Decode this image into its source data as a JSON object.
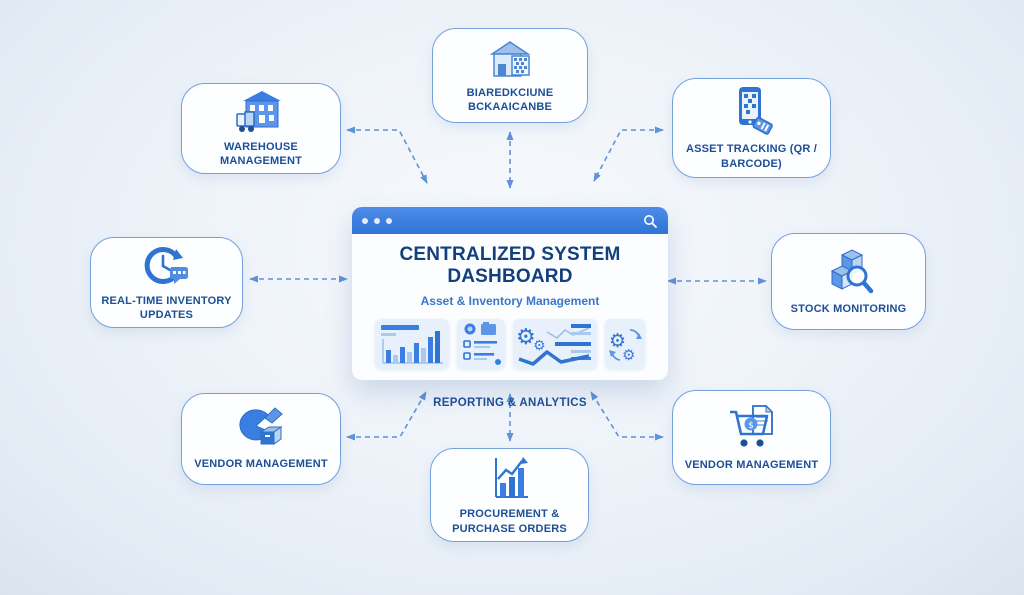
{
  "colors": {
    "accent": "#3b7ee2",
    "node_border": "#74a0dc",
    "label_text": "#1d4e96",
    "arrow": "#5f92d8",
    "titlebar_blue": "#2f74d8",
    "background": "#e9f0f8"
  },
  "nodes": {
    "top_center": {
      "label": "BIAREDKCIUNE BCKAAICANBE",
      "icon": "warehouse-qr-icon"
    },
    "top_left": {
      "label": "WAREHOUSE MANAGEMENT",
      "icon": "warehouse-truck-icon"
    },
    "top_right": {
      "label": "ASSET TRACKING (QR / BARCODE)",
      "icon": "phone-qr-tag-icon"
    },
    "mid_left": {
      "label": "REAL-TIME INVENTORY UPDATES",
      "icon": "clock-update-icon"
    },
    "mid_right": {
      "label": "STOCK MONITORING",
      "icon": "boxes-magnifier-icon"
    },
    "bottom_left": {
      "label": "VENDOR MANAGEMENT",
      "icon": "pie-box-icon"
    },
    "bottom_center": {
      "label": "PROCUREMENT & PURCHASE ORDERS",
      "icon": "growth-chart-icon"
    },
    "bottom_right": {
      "label": "VENDOR MANAGEMENT",
      "icon": "cart-invoice-icon"
    }
  },
  "dashboard": {
    "title": "CENTRALIZED SYSTEM DASHBOARD",
    "subtitle": "Asset & Inventory Management",
    "reporting_label": "REPORTING & ANALYTICS",
    "window_controls": "three-dots",
    "search_icon": "magnifier-icon",
    "tiles": [
      {
        "icon": "bar-chart-tile-icon"
      },
      {
        "icon": "checklist-tile-icon"
      },
      {
        "icon": "gears-linechart-tile-icon"
      },
      {
        "icon": "sync-gears-tile-icon"
      }
    ]
  }
}
